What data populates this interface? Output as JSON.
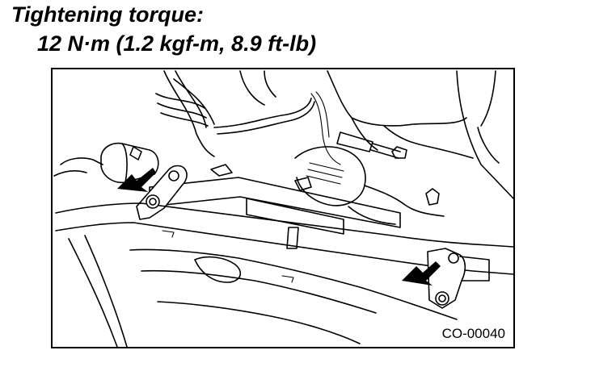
{
  "heading": {
    "title": "Tightening torque:",
    "torque_value": "12 N·m (1.2 kgf-m, 8.9 ft-lb)"
  },
  "figure": {
    "code": "CO-00040",
    "icons": [
      "pointer-arrow-icon",
      "bolt-icon"
    ]
  }
}
